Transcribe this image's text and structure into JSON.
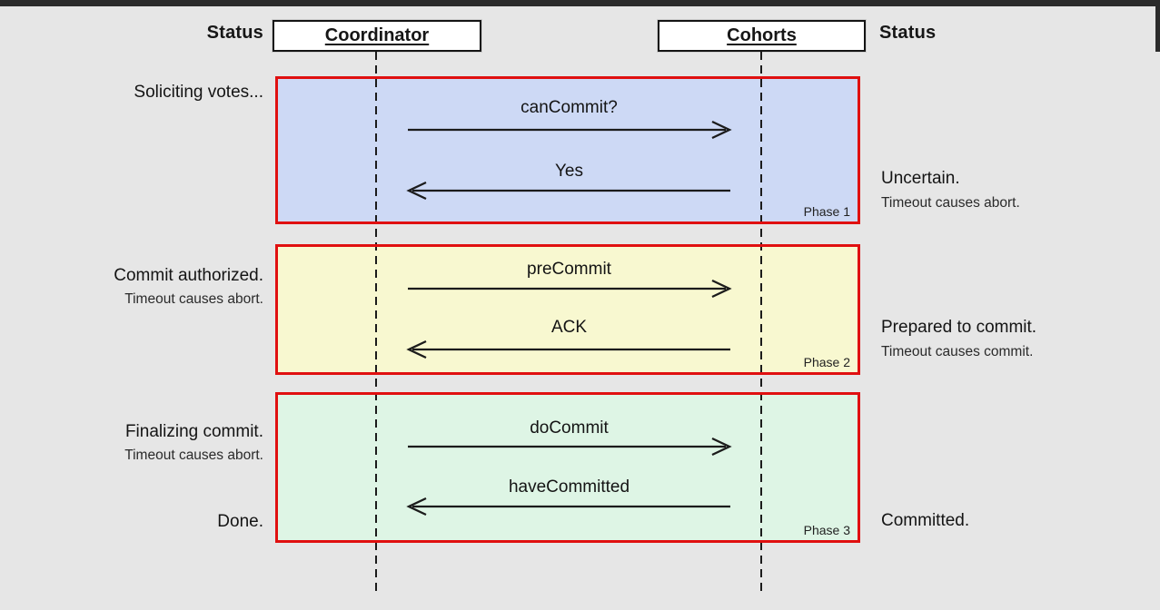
{
  "headers": {
    "left_status": "Status",
    "coordinator": "Coordinator",
    "cohorts": "Cohorts",
    "right_status": "Status"
  },
  "phases": [
    {
      "label": "Phase 1",
      "fill": "#cdd9f5",
      "left_status": {
        "main": "Soliciting votes..."
      },
      "right_status": {
        "main": "Uncertain.",
        "sub": "Timeout causes abort."
      },
      "messages": [
        {
          "text": "canCommit?",
          "direction": "right"
        },
        {
          "text": "Yes",
          "direction": "left"
        }
      ]
    },
    {
      "label": "Phase 2",
      "fill": "#f8f8d0",
      "left_status": {
        "main": "Commit authorized.",
        "sub": "Timeout causes abort."
      },
      "right_status": {
        "main": "Prepared to commit.",
        "sub": "Timeout causes commit."
      },
      "messages": [
        {
          "text": "preCommit",
          "direction": "right"
        },
        {
          "text": "ACK",
          "direction": "left"
        }
      ]
    },
    {
      "label": "Phase 3",
      "fill": "#def5e5",
      "left_status": {
        "main": "Finalizing commit.",
        "sub": "Timeout causes abort.",
        "done": "Done."
      },
      "right_status": {
        "main": "Committed."
      },
      "messages": [
        {
          "text": "doCommit",
          "direction": "right"
        },
        {
          "text": "haveCommitted",
          "direction": "left"
        }
      ]
    }
  ],
  "colors": {
    "background": "#e6e6e6",
    "window_edge": "#2b2b2b",
    "phase_border": "#e01010",
    "phase1_fill": "#cdd9f5",
    "phase2_fill": "#f8f8d0",
    "phase3_fill": "#def5e5",
    "lifeline": "#1b1b1b"
  }
}
